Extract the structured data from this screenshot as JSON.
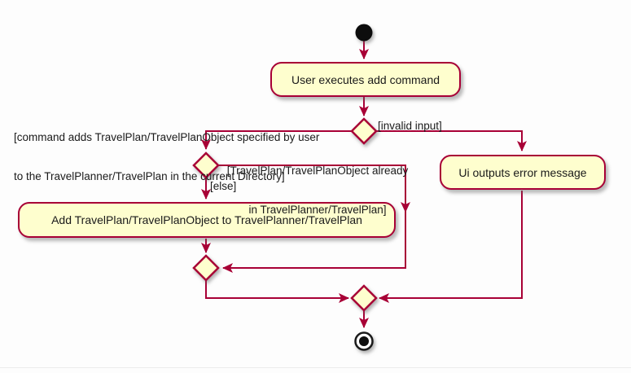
{
  "diagram": {
    "type": "uml-activity-diagram",
    "colors": {
      "node_fill": "#FEFECE",
      "node_border": "#A80036",
      "edge": "#A80036",
      "text": "#1a1a1a",
      "background": "#FDFDFD"
    },
    "activities": {
      "user_executes": {
        "label": "User executes add command"
      },
      "ui_error": {
        "label": "Ui outputs error message"
      },
      "add_travelplan": {
        "label": "Add TravelPlan/TravelPlanObject to TravelPlanner/TravelPlan"
      }
    },
    "guards": {
      "command_adds_line1": "[command adds TravelPlan/TravelPlanObject specified by user",
      "command_adds_line2": "to the TravelPlanner/TravelPlan in the current Directory]",
      "invalid_input": "[invalid input]",
      "already_line1": "[TravelPlan/TravelPlanObject already",
      "already_line2": "in TravelPlanner/TravelPlan]",
      "else_label": "[else]"
    },
    "nodes": {
      "start": "initial-node",
      "decision_1": "decision-valid-or-invalid",
      "decision_2": "decision-already-or-else",
      "merge_1": "merge-after-add",
      "merge_2": "final-merge",
      "end": "final-node"
    }
  }
}
